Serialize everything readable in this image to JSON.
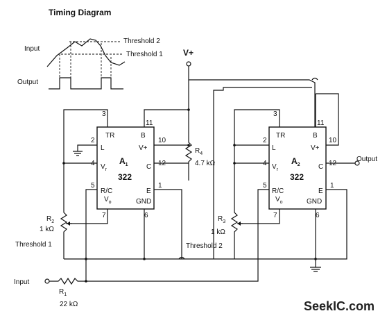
{
  "timing": {
    "title": "Timing Diagram",
    "input_label": "Input",
    "output_label": "Output",
    "threshold2_label": "Threshold 2",
    "threshold1_label": "Threshold 1"
  },
  "supply": {
    "label": "V+"
  },
  "chip_a1": {
    "name": "A",
    "sub": "1",
    "part": "322",
    "pins": {
      "tr": "TR",
      "b": "B",
      "l": "L",
      "vplus": "V+",
      "vr": "V",
      "vr_sub": "r",
      "c": "C",
      "rc": "R/C",
      "vo": "V",
      "vo_sub": "o",
      "e": "E",
      "gnd": "GND"
    },
    "pin_numbers": {
      "p3": "3",
      "p11": "11",
      "p2": "2",
      "p10": "10",
      "p4": "4",
      "p12": "12",
      "p5": "5",
      "p1": "1",
      "p7": "7",
      "p6": "6"
    }
  },
  "chip_a2": {
    "name": "A",
    "sub": "2",
    "part": "322",
    "pins": {
      "tr": "TR",
      "b": "B",
      "l": "L",
      "vplus": "V+",
      "vr": "V",
      "vr_sub": "r",
      "c": "C",
      "rc": "R/C",
      "vo": "V",
      "vo_sub": "o",
      "e": "E",
      "gnd": "GND"
    },
    "pin_numbers": {
      "p3": "3",
      "p11": "11",
      "p2": "2",
      "p10": "10",
      "p4": "4",
      "p12": "12",
      "p5": "5",
      "p1": "1",
      "p7": "7",
      "p6": "6"
    }
  },
  "r4": {
    "name": "R",
    "sub": "4",
    "value": "4.7 kΩ"
  },
  "r2": {
    "name": "R",
    "sub": "2",
    "value": "1 kΩ",
    "note": "Threshold 1"
  },
  "r3": {
    "name": "R",
    "sub": "3",
    "value": "1 kΩ",
    "note": "Threshold 2"
  },
  "r1": {
    "name": "R",
    "sub": "1",
    "value": "22 kΩ"
  },
  "input_label": "Input",
  "output_label": "Output",
  "watermark": "SeekIC.com"
}
